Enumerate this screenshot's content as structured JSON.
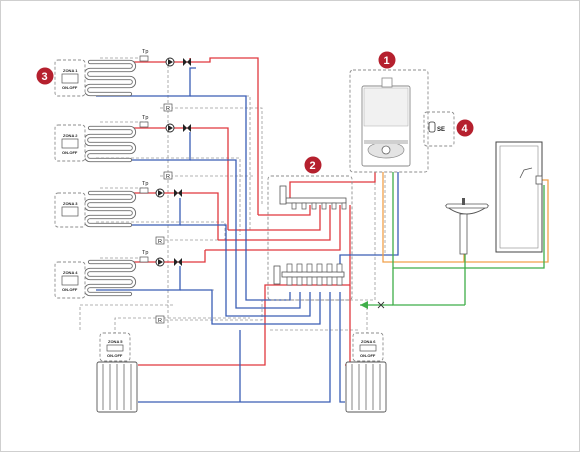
{
  "zones": [
    {
      "label": "ZONA 1",
      "state": "ON-OFF"
    },
    {
      "label": "ZONA 2",
      "state": "ON-OFF"
    },
    {
      "label": "ZONA 3",
      "state": ""
    },
    {
      "label": "ZONA 4",
      "state": "ON-OFF"
    },
    {
      "label": "ZONA 5",
      "state": "ON-OFF"
    },
    {
      "label": "ZONA 6",
      "state": "ON-OFF"
    }
  ],
  "labels": {
    "tp": "Tp",
    "r": "R",
    "se": "SE"
  },
  "badges": [
    "1",
    "2",
    "3",
    "4"
  ],
  "colors": {
    "supply": "#e0383e",
    "return": "#3a5db5",
    "hot_water": "#f0a04a",
    "cold_water": "#3fae49",
    "badge": "#b5202e"
  }
}
